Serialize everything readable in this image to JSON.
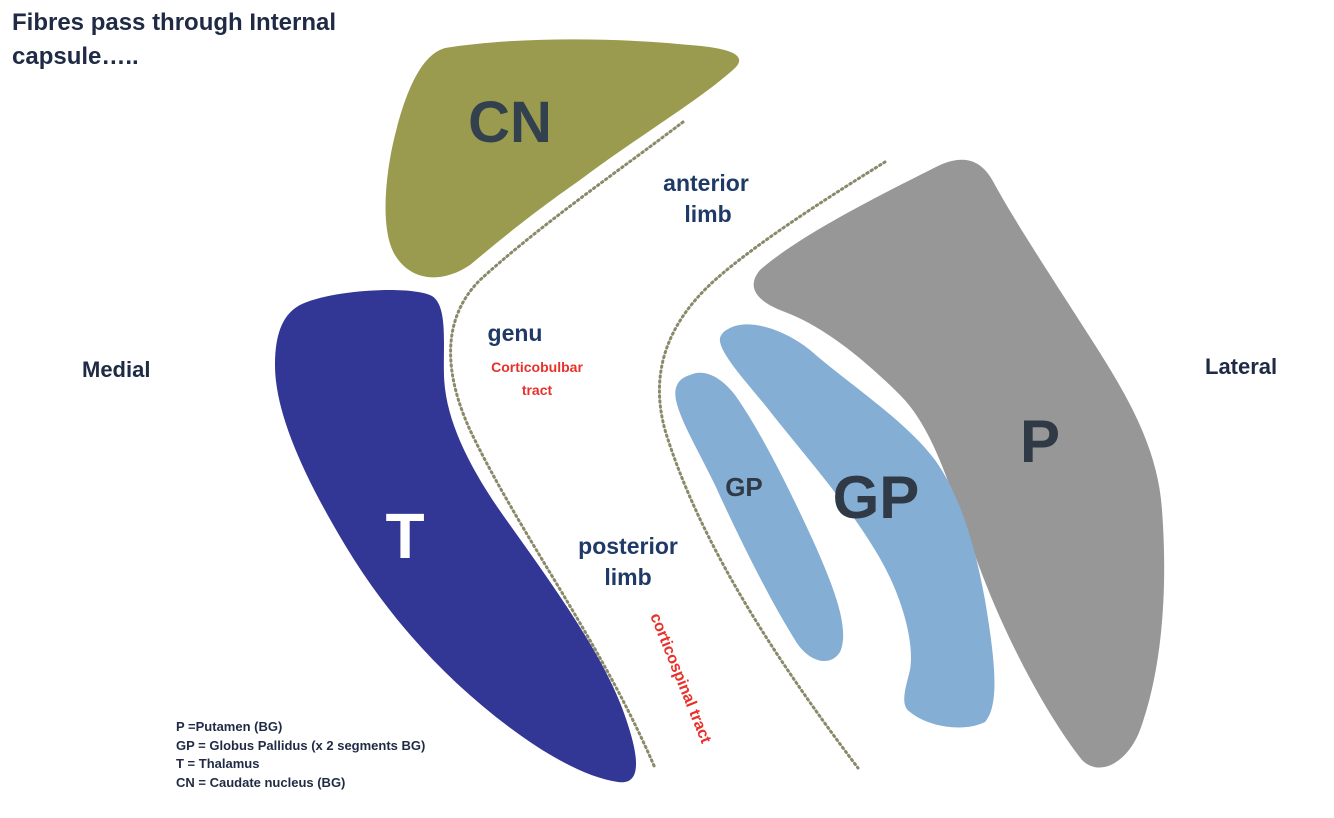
{
  "title": "Fibres pass through Internal capsule…..",
  "directions": {
    "left": "Medial",
    "right": "Lateral"
  },
  "structures": {
    "cn": "CN",
    "t": "T",
    "p": "P",
    "gp_small": "GP",
    "gp_large": "GP"
  },
  "regions": {
    "anterior_limb": [
      "anterior",
      "limb"
    ],
    "genu": "genu",
    "genu_tract": [
      "Corticobulbar",
      "tract"
    ],
    "posterior_limb": [
      "posterior",
      "limb"
    ],
    "posterior_tract": "corticospinal tract"
  },
  "legend": [
    "P =Putamen (BG)",
    "GP = Globus Pallidus (x 2 segments BG)",
    "T = Thalamus",
    "CN = Caudate nucleus (BG)"
  ],
  "colors": {
    "caudate": "#9a9b4e",
    "thalamus": "#323694",
    "putamen": "#979797",
    "globus_pallidus": "#84aed3",
    "label_dark": "#1f3a66",
    "tract_red": "#e8312a",
    "boundary": "#8a8a6a"
  }
}
